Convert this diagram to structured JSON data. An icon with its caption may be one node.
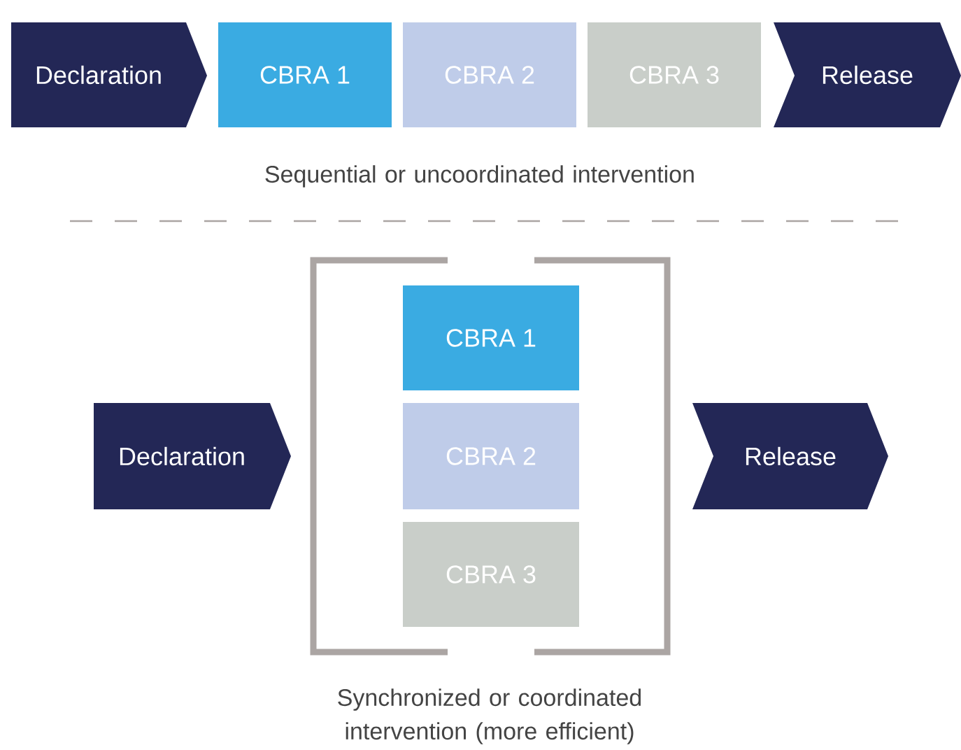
{
  "diagram": {
    "nodes": [
      {
        "text": [
          "Declaration"
        ]
      },
      {
        "text": [
          "CBRA 1"
        ]
      },
      {
        "text": [
          "CBRA 2"
        ]
      },
      {
        "text": [
          "CBRA 3"
        ]
      },
      {
        "text": [
          "Release"
        ]
      },
      {
        "text": [
          "Declaration"
        ]
      },
      {
        "text": [
          "CBRA 1"
        ]
      },
      {
        "text": [
          "CBRA 2"
        ]
      },
      {
        "text": [
          "CBRA 3"
        ]
      },
      {
        "text": [
          "Release"
        ]
      }
    ],
    "labels": [
      "Sequential or uncoordinated intervention",
      "Synchronized or coordinated intervention (more efficient)"
    ]
  }
}
